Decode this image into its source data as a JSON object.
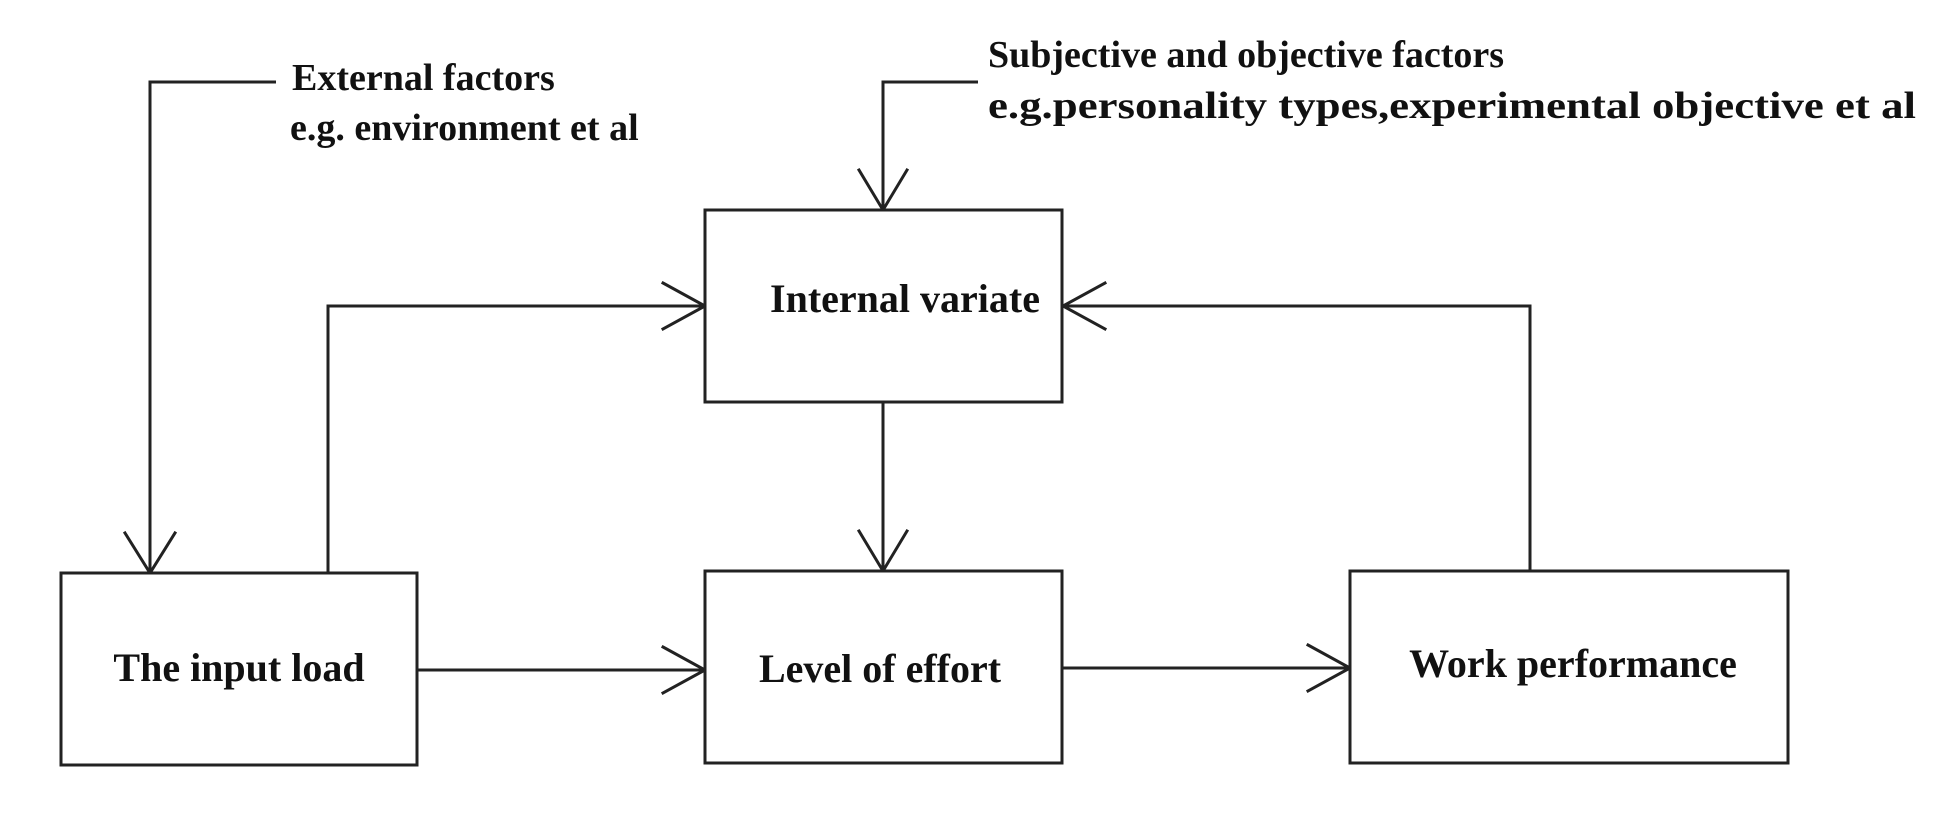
{
  "nodes": {
    "input_load": "The input load",
    "internal_variate": "Internal variate",
    "level_of_effort": "Level of effort",
    "work_performance": "Work performance"
  },
  "annotations": {
    "external_factors": {
      "line1": "External factors",
      "line2": "e.g. environment et al"
    },
    "subjective_factors": {
      "line1": "Subjective and objective factors",
      "line2": "e.g.personality types,experimental objective et al"
    }
  },
  "colors": {
    "stroke": "#222222",
    "text": "#111111",
    "background": "#ffffff"
  }
}
